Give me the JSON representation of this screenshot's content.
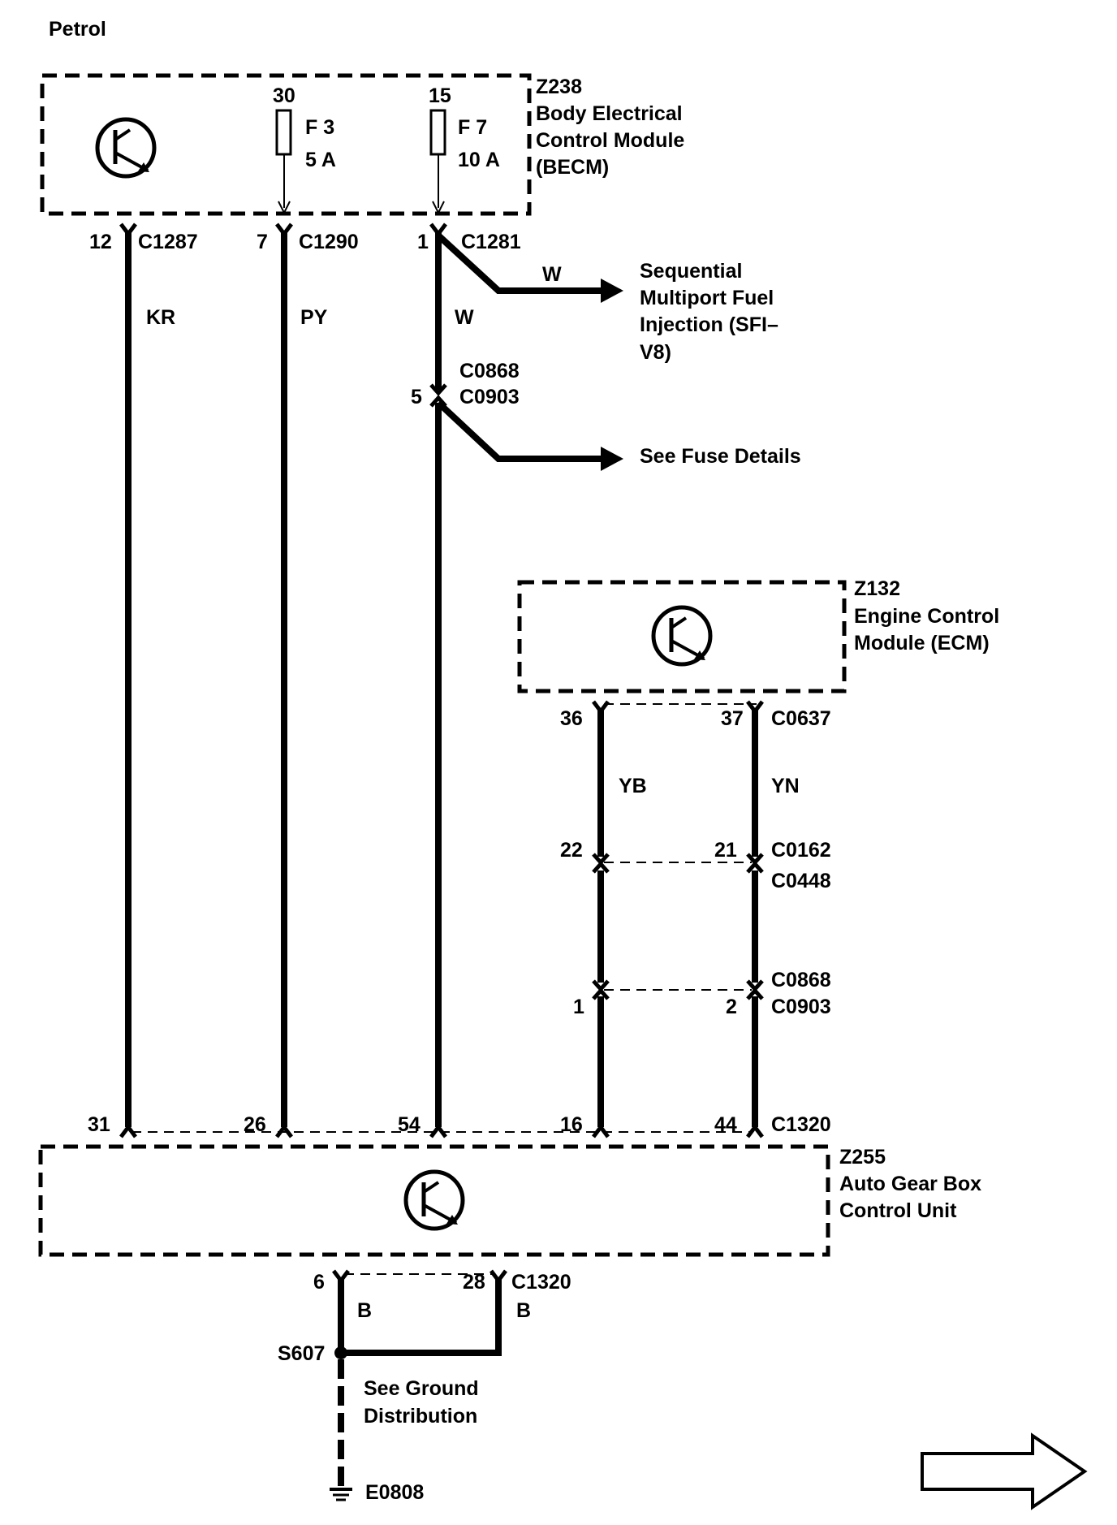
{
  "title": "Petrol",
  "modules": {
    "becm": {
      "id": "Z238",
      "name_lines": [
        "Body Electrical",
        "Control Module",
        "(BECM)"
      ]
    },
    "ecm": {
      "id": "Z132",
      "name_lines": [
        "Engine Control",
        "Module (ECM)"
      ]
    },
    "gearbox": {
      "id": "Z255",
      "name_lines": [
        "Auto Gear Box",
        "Control Unit"
      ]
    }
  },
  "fuses": [
    {
      "terminal": "30",
      "name": "F 3",
      "rating": "5 A"
    },
    {
      "terminal": "15",
      "name": "F 7",
      "rating": "10 A"
    }
  ],
  "becm_connectors": [
    {
      "pin": "12",
      "connector": "C1287",
      "wire_color": "KR"
    },
    {
      "pin": "7",
      "connector": "C1290",
      "wire_color": "PY"
    },
    {
      "pin": "1",
      "connector": "C1281",
      "wire_color": "W"
    }
  ],
  "branches": {
    "sfi": {
      "wire_color": "W",
      "label_lines": [
        "Sequential",
        "Multiport Fuel",
        "Injection (SFI–",
        "V8)"
      ]
    },
    "fuse_details": {
      "label": "See Fuse Details"
    },
    "inline_connector": {
      "pin": "5",
      "connectors": [
        "C0868",
        "C0903"
      ]
    }
  },
  "ecm_wires": {
    "pins": [
      "36",
      "37"
    ],
    "connector": "C0637",
    "colors": [
      "YB",
      "YN"
    ],
    "mid_connector": {
      "pins": [
        "22",
        "21"
      ],
      "connectors": [
        "C0162",
        "C0448"
      ]
    },
    "lower_connector": {
      "pins": [
        "1",
        "2"
      ],
      "connectors": [
        "C0868",
        "C0903"
      ]
    }
  },
  "gearbox_pins": {
    "pins": [
      "31",
      "26",
      "54",
      "16",
      "44"
    ],
    "connector": "C1320"
  },
  "ground": {
    "pins": [
      "6",
      "28"
    ],
    "connector": "C1320",
    "wire_colors": [
      "B",
      "B"
    ],
    "splice": "S607",
    "label_lines": [
      "See Ground",
      "Distribution"
    ],
    "ground_point": "E0808"
  },
  "icons": {
    "module_symbol": "transistor-icon",
    "next_page": "right-arrow-icon",
    "ground": "ground-icon"
  }
}
